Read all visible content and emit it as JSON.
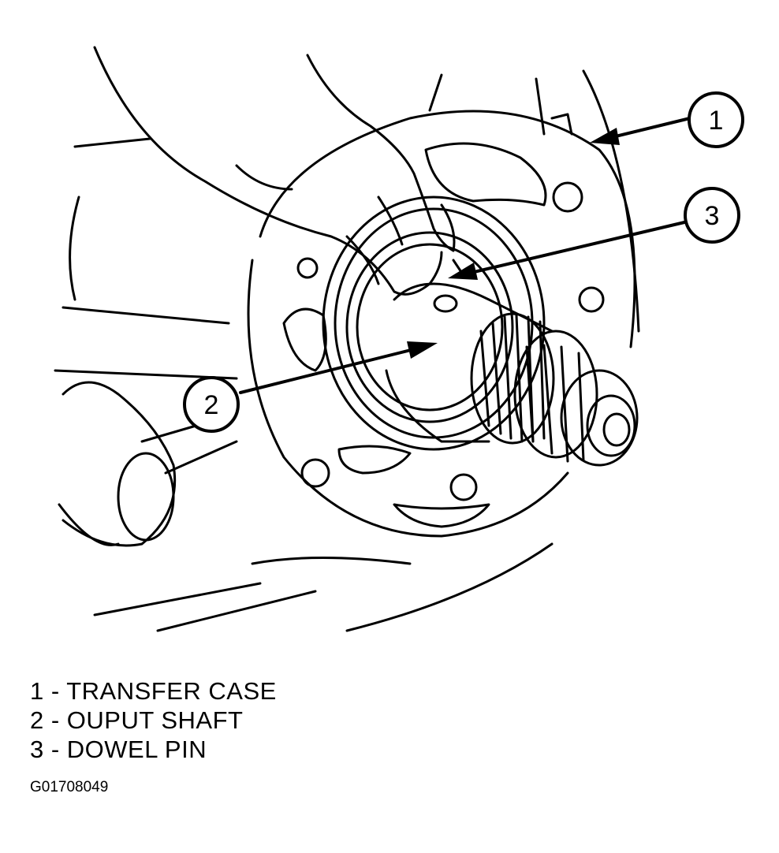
{
  "callouts": [
    {
      "number": "1",
      "target": "transfer-case"
    },
    {
      "number": "2",
      "target": "output-shaft"
    },
    {
      "number": "3",
      "target": "dowel-pin"
    }
  ],
  "legend": [
    {
      "text": "1 - TRANSFER CASE"
    },
    {
      "text": "2 - OUPUT SHAFT"
    },
    {
      "text": "3 - DOWEL PIN"
    }
  ],
  "figure_id": "G01708049",
  "colors": {
    "line": "#000000",
    "background": "#ffffff"
  }
}
